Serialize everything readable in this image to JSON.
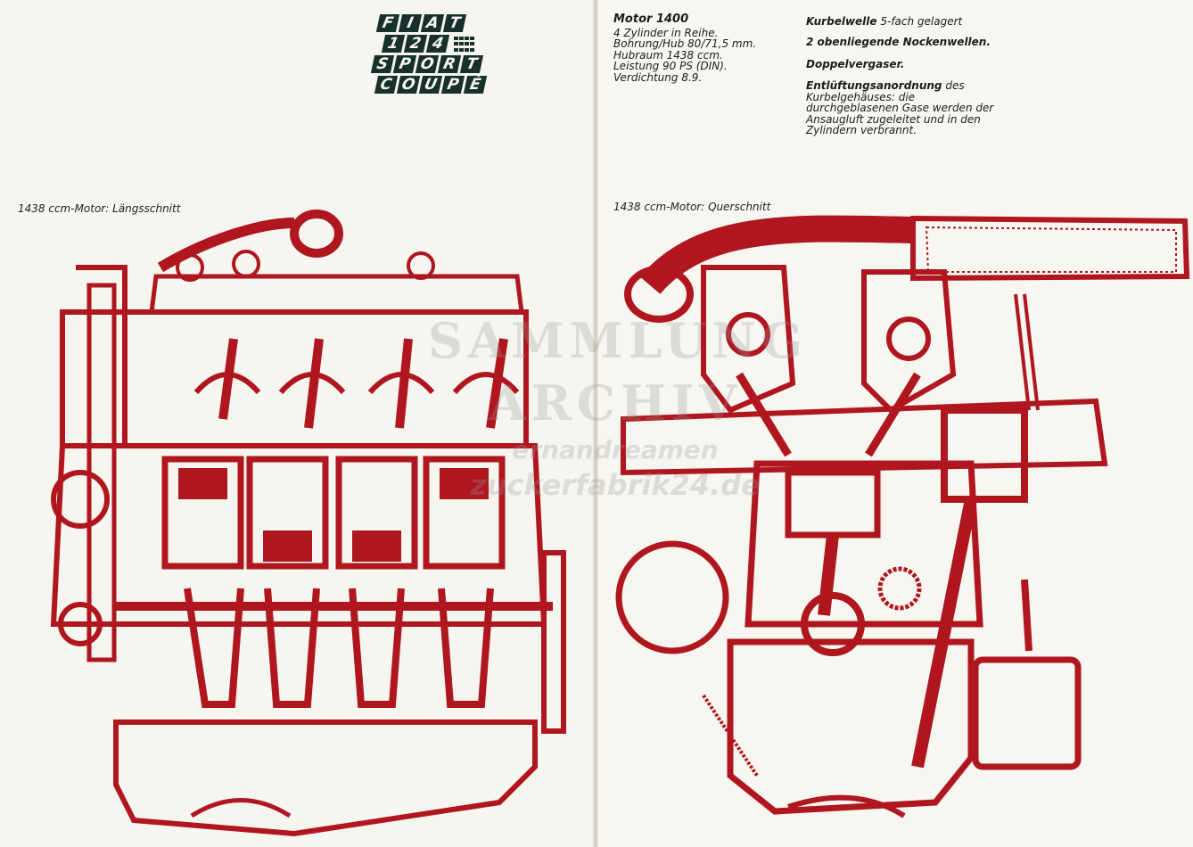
{
  "logo": {
    "rows": [
      "FIAT",
      "124",
      "SPORT",
      "COUPÉ"
    ]
  },
  "captions": {
    "left": "1438 ccm-Motor: Längsschnitt",
    "right": "1438 ccm-Motor: Querschnitt"
  },
  "specs": {
    "title": "Motor 1400",
    "lines": [
      "4 Zylinder in Reihe.",
      "Bohrung/Hub 80/71,5 mm.",
      "Hubraum 1438 ccm.",
      "Leistung 90 PS (DIN).",
      "Verdichtung 8.9."
    ]
  },
  "features": {
    "crank_bold": "Kurbelwelle",
    "crank_rest": " 5-fach gelagert",
    "cams": "2 obenliegende Nockenwellen.",
    "carb": "Doppelvergaser.",
    "vent_bold": "Entlüftungsanordnung",
    "vent_rest": " des",
    "vent_lines": [
      "Kurbelgehäuses: die",
      "durchgeblasenen Gase werden der",
      "Ansaugluft zugeleitet und in den",
      "Zylindern verbrannt."
    ]
  },
  "watermark": {
    "line1": "SAMMLUNG",
    "line2": "ARCHIV",
    "line3": "ernandreamen",
    "line4": "zuckerfabrik24.de"
  },
  "colors": {
    "drawing": "#b0161e",
    "logo_bg": "#17302b",
    "paper": "#f6f5f0"
  }
}
